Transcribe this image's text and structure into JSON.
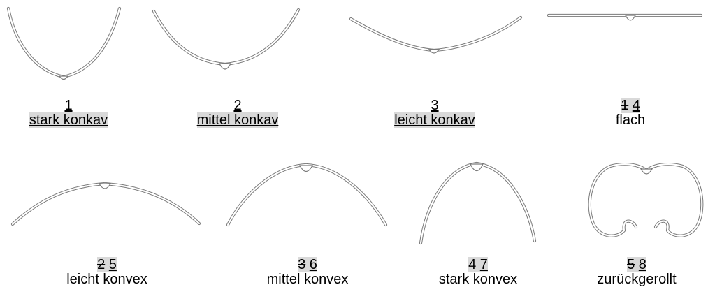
{
  "shapes": [
    {
      "number": "1",
      "label": "stark konkav",
      "label_highlight": true,
      "label_underline": true
    },
    {
      "number": "2",
      "label": "mittel konkav",
      "label_highlight": true,
      "label_underline": true
    },
    {
      "number": "3",
      "label": "leicht konkav",
      "label_highlight": true,
      "label_underline": true
    },
    {
      "old_number": "1",
      "number": "4",
      "label": "flach",
      "label_highlight": false,
      "label_underline": false
    },
    {
      "old_number": "2",
      "number": "5",
      "label": "leicht konvex",
      "label_highlight": false,
      "label_underline": false
    },
    {
      "old_number": "3",
      "number": "6",
      "label": "mittel konvex",
      "label_highlight": false,
      "label_underline": false
    },
    {
      "old_number": "4",
      "number": "7",
      "label": "stark konvex",
      "label_highlight": false,
      "label_underline": false
    },
    {
      "old_number": "5",
      "number": "8",
      "label": "zurückgerollt",
      "label_highlight": false,
      "label_underline": false
    }
  ],
  "colors": {
    "outline": "#7a7a7a",
    "highlight": "#d9d9d9"
  }
}
